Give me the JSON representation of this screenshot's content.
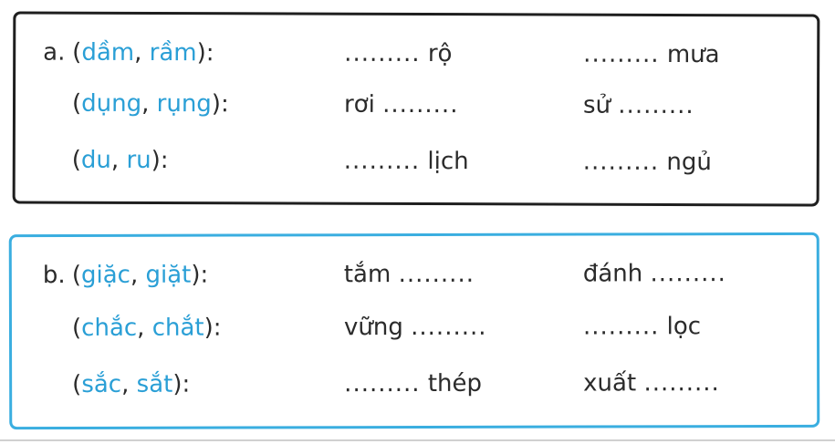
{
  "dots": ".........",
  "sections": [
    {
      "prefix": "a.",
      "rows": [
        {
          "opt1": "dầm",
          "opt2": "rầm",
          "word1": "rộ",
          "word1_blank_before": true,
          "word2": "mưa",
          "word2_blank_before": true
        },
        {
          "opt1": "dụng",
          "opt2": "rụng",
          "word1": "rơi",
          "word1_blank_before": false,
          "word2": "sử",
          "word2_blank_before": false
        },
        {
          "opt1": "du",
          "opt2": "ru",
          "word1": "lịch",
          "word1_blank_before": true,
          "word2": "ngủ",
          "word2_blank_before": true
        }
      ]
    },
    {
      "prefix": "b.",
      "rows": [
        {
          "opt1": "giặc",
          "opt2": "giặt",
          "word1": "tắm",
          "word1_blank_before": false,
          "word2": "đánh",
          "word2_blank_before": false
        },
        {
          "opt1": "chắc",
          "opt2": "chắt",
          "word1": "vững",
          "word1_blank_before": false,
          "word2": "lọc",
          "word2_blank_before": true
        },
        {
          "opt1": "sắc",
          "opt2": "sắt",
          "word1": "thép",
          "word1_blank_before": true,
          "word2": "xuất",
          "word2_blank_before": false
        }
      ]
    }
  ],
  "colors": {
    "option_text": "#2a9fd6",
    "box_a_border": "#1f1f1f",
    "box_b_border": "#3aaee0"
  }
}
